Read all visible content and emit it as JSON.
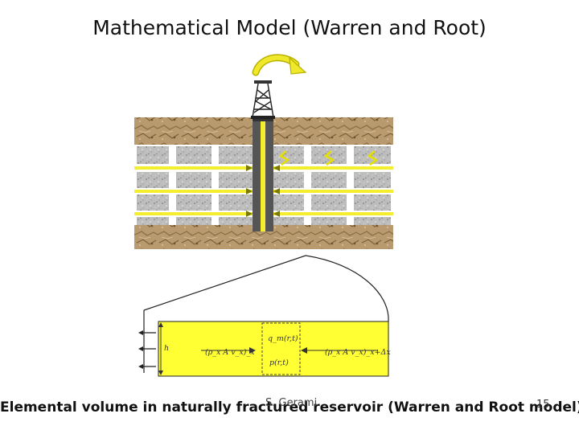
{
  "slide": {
    "title": "Mathematical Model (Warren and Root)",
    "caption": "Elemental volume in naturally fractured reservoir (Warren and Root model)",
    "author": "S. Gerami",
    "page_number": "15"
  },
  "element_diagram": {
    "height_label": "h",
    "inflow_term": "(ρ_x A v_x)_x",
    "outflow_term": "(ρ_x A v_x)_x+Δx",
    "matrix_source_term": "q_m(r,t)",
    "pressure_term": "p(r,t)"
  },
  "icons": [
    "oil-derrick-icon",
    "production-arrow-icon"
  ],
  "colors": {
    "rock": "#b89a6e",
    "matrix_block": "#bcbcbc",
    "fracture": "#f4ee2e",
    "element_fill": "#ffff33",
    "arrow": "#e6e000"
  }
}
